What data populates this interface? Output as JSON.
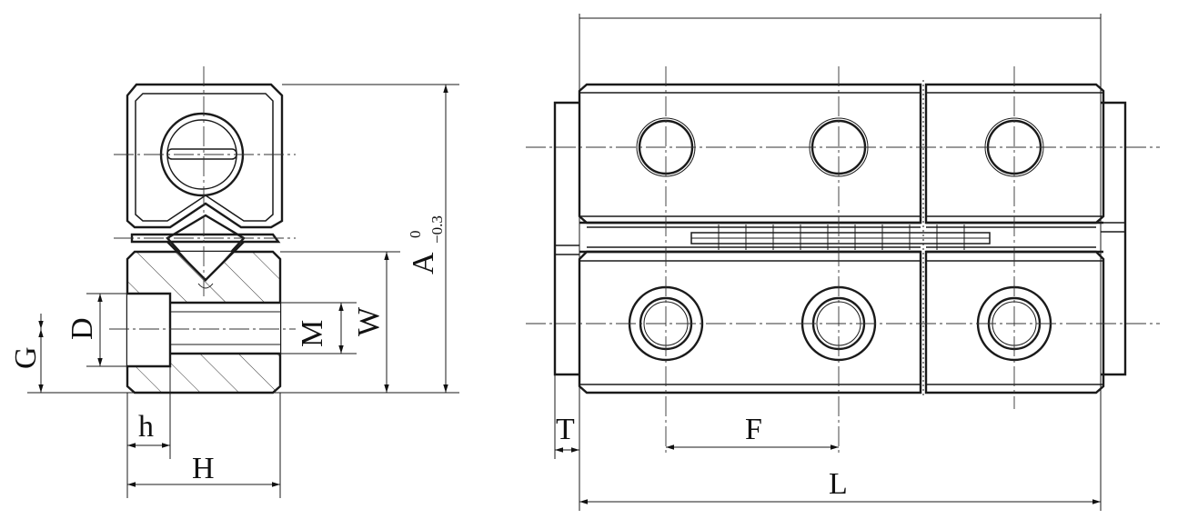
{
  "side_view": {
    "labels": {
      "G": "G",
      "D": "D",
      "M": "M",
      "W": "W",
      "A": "A",
      "h": "h",
      "H": "H"
    },
    "tolerance_upper": "0",
    "tolerance_lower": "−0.3"
  },
  "front_view": {
    "labels": {
      "T": "T",
      "F": "F",
      "L": "L"
    }
  }
}
